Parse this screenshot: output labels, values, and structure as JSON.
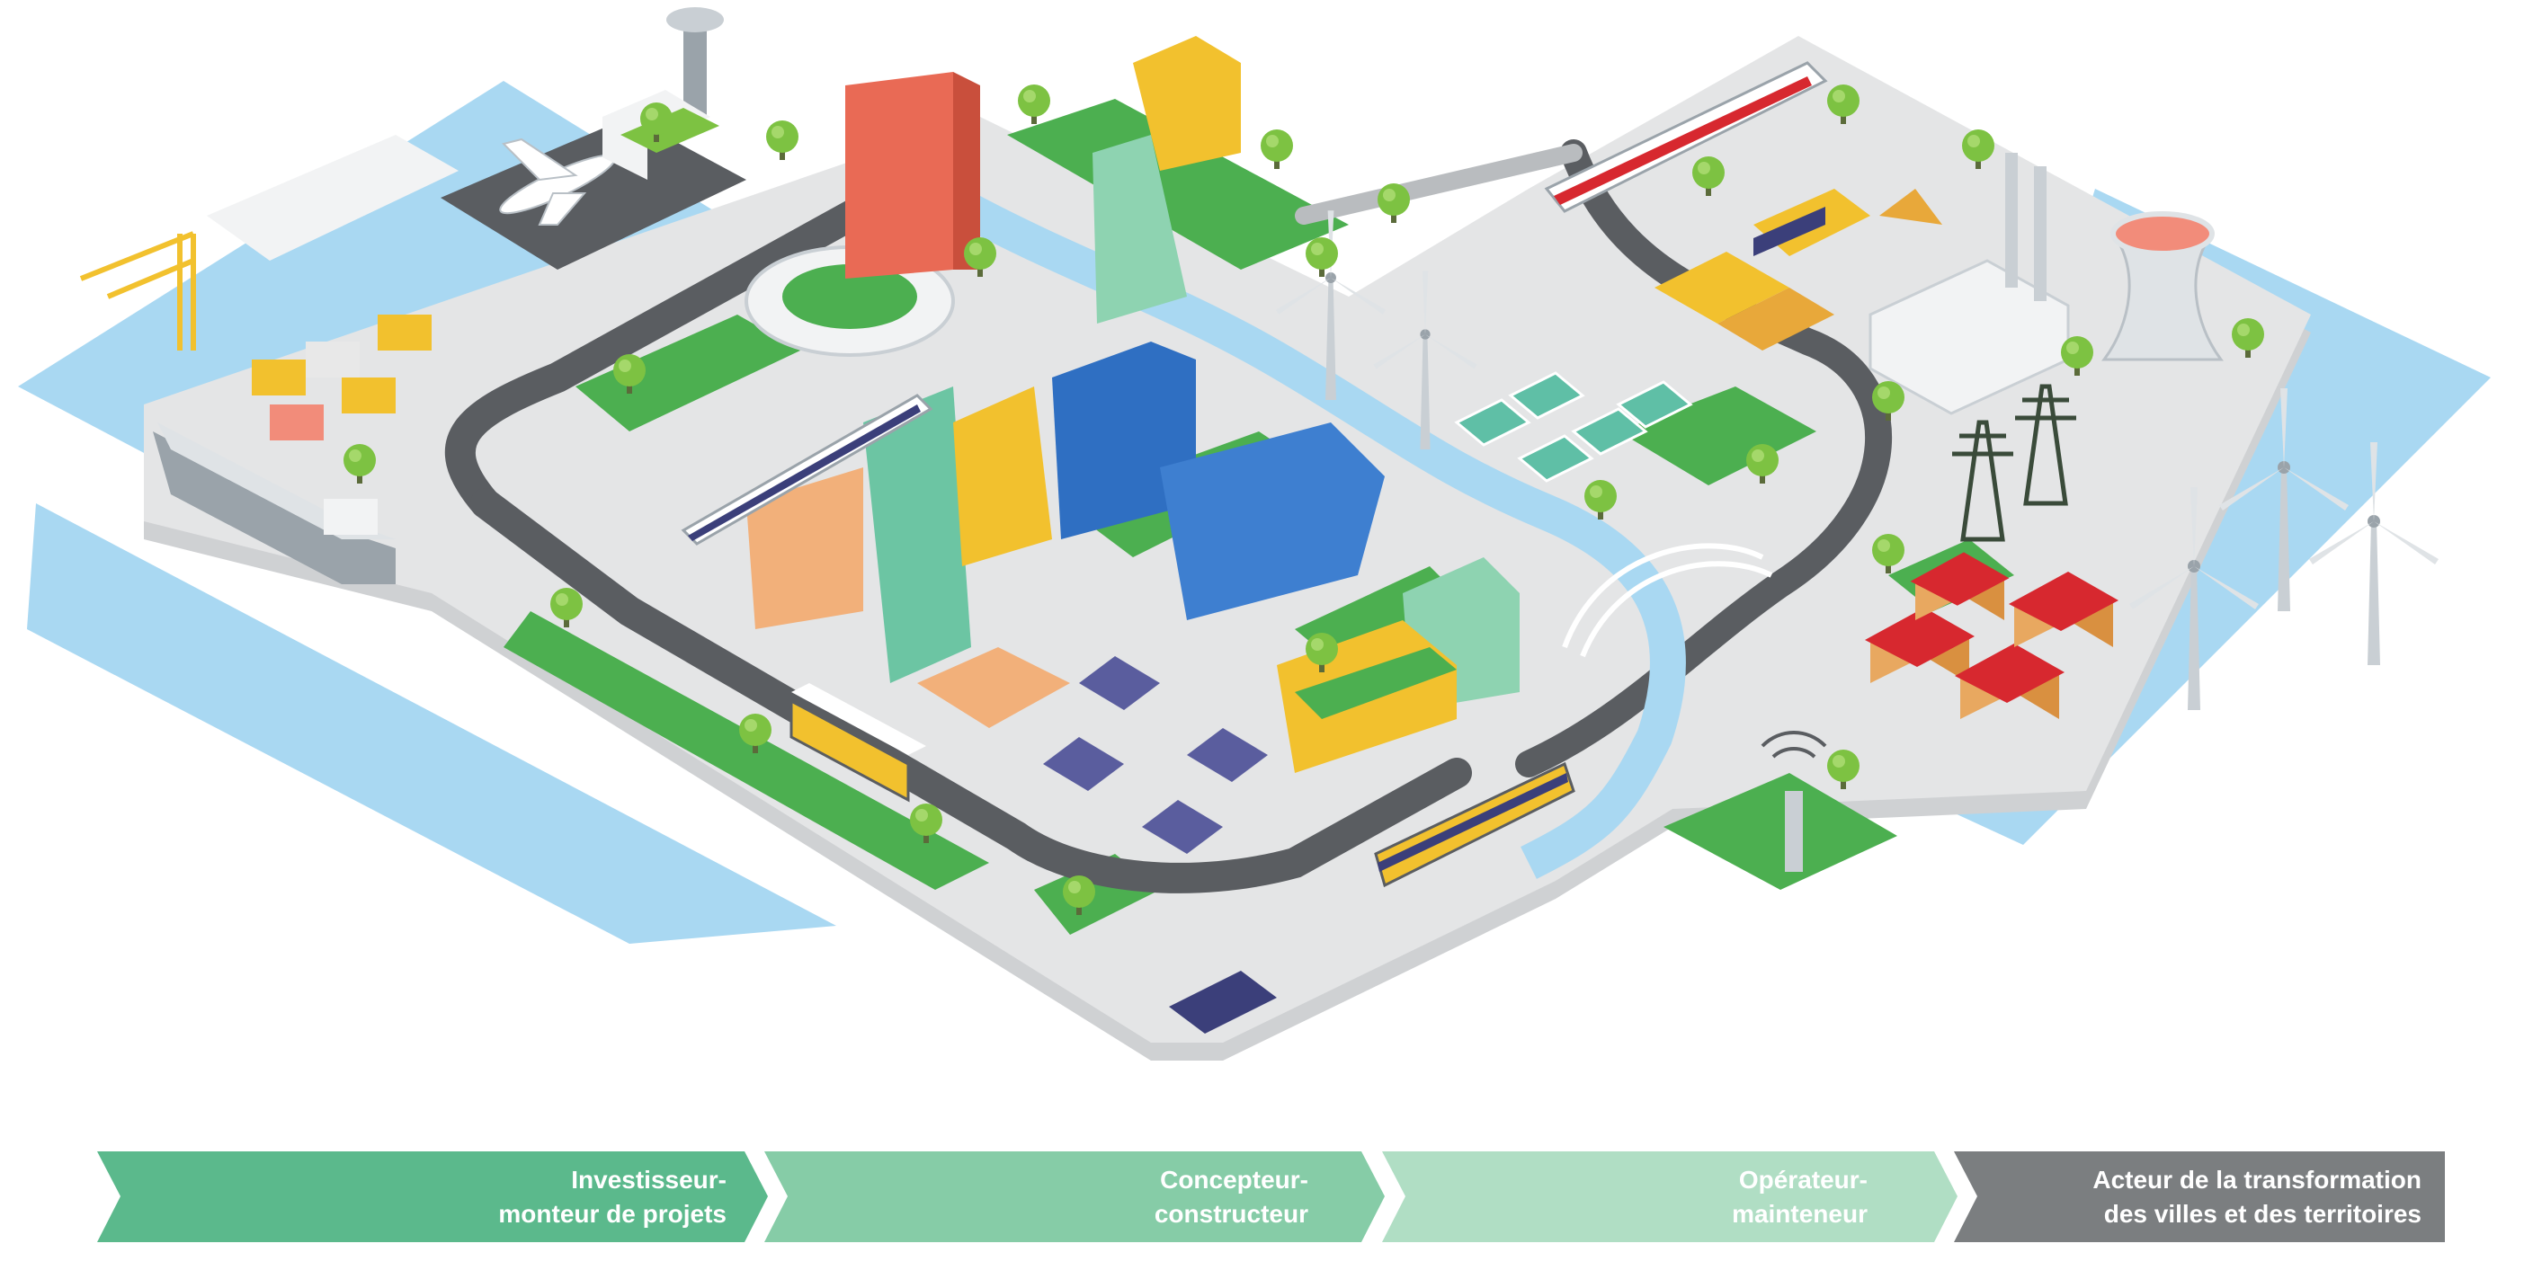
{
  "stages": [
    {
      "line1": "Investisseur-",
      "line2": "monteur de projets",
      "color": "#5bb98c"
    },
    {
      "line1": "Concepteur-",
      "line2": "constructeur",
      "color": "#86cca7"
    },
    {
      "line1": "Opérateur-",
      "line2": "mainteneur",
      "color": "#b0dec4"
    },
    {
      "line1": "Acteur de la transformation",
      "line2": "des villes et des territoires",
      "color": "#7b7e80"
    }
  ],
  "palette": {
    "water": "#a9d8f2",
    "ground": "#e4e5e6",
    "grass": "#4caf50",
    "road": "#5a5d61",
    "tree": "#7dc242",
    "yellow": "#f2c12e",
    "blue_building": "#2f6fc2",
    "red_roof": "#d7282f"
  },
  "icons": [
    "airplane-icon",
    "crane-icon",
    "cargo-ship-icon",
    "stadium-icon",
    "high-speed-train-icon",
    "wind-turbine-icon",
    "solar-panel-icon",
    "bulldozer-icon",
    "nuclear-cooling-tower-icon",
    "power-pylon-icon",
    "tram-icon",
    "bus-icon",
    "arch-bridge-icon",
    "wifi-icon"
  ]
}
